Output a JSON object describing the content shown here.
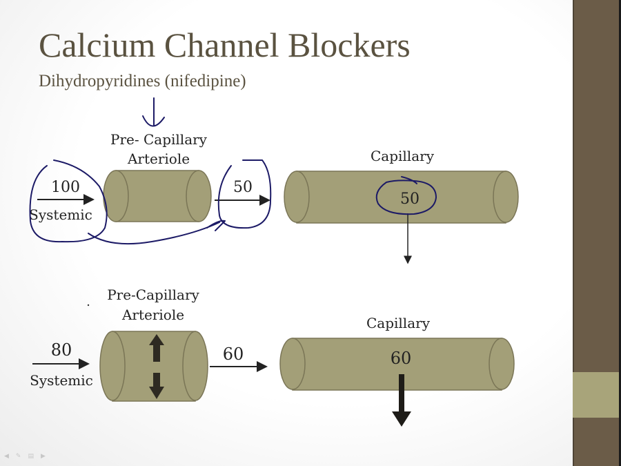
{
  "slide": {
    "title": "Calcium Channel Blockers",
    "subtitle": "Dihydropyridines (nifedipine)"
  },
  "top_diagram": {
    "systemic_value": "100",
    "systemic_label": "Systemic",
    "arteriole_label_line1": "Pre- Capillary",
    "arteriole_label_line2": "Arteriole",
    "post_arteriole_value": "50",
    "capillary_label": "Capillary",
    "capillary_value": "50",
    "annotations": [
      "handwritten-down-arrow-over-arteriole",
      "circle-around-systemic",
      "circle-around-50",
      "circle-around-capillary-50",
      "connecting-stroke"
    ]
  },
  "bottom_diagram": {
    "systemic_value": "80",
    "systemic_label": "Systemic",
    "arteriole_label_line1": "Pre-Capillary",
    "arteriole_label_line2": "Arteriole",
    "post_arteriole_value": "60",
    "capillary_label": "Capillary",
    "capillary_value": "60"
  },
  "colors": {
    "vessel_fill": "#a39f78",
    "vessel_stroke": "#7a7556",
    "title_text": "#5a5240",
    "sidebar": "#6b5c48",
    "sidebar_accent": "#a8a47a",
    "ink": "#1c1a66"
  },
  "player_controls": [
    "prev-icon",
    "pen-icon",
    "menu-icon",
    "next-icon"
  ]
}
